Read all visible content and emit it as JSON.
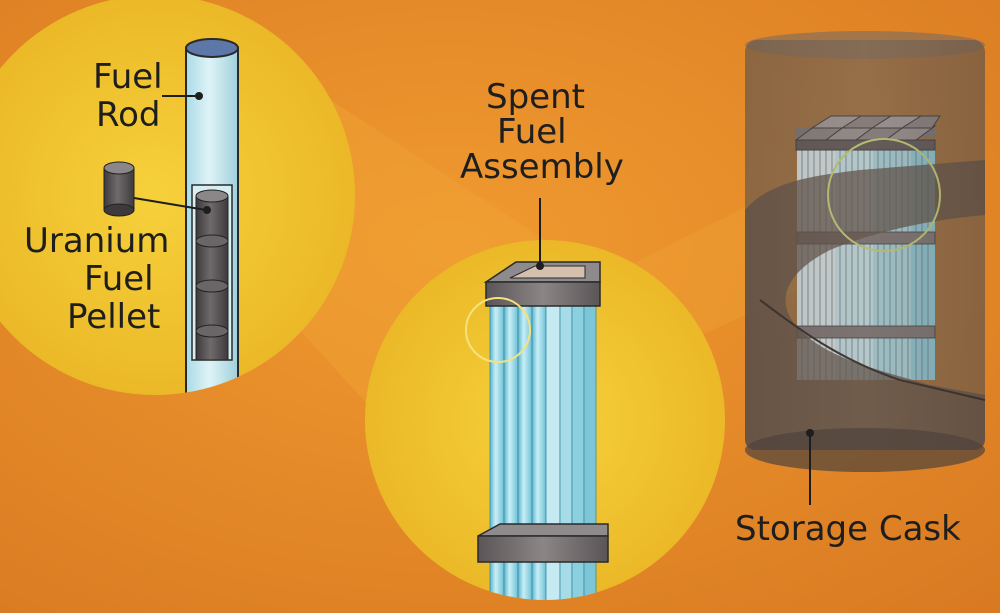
{
  "labels": {
    "fuel_rod": [
      "Fuel",
      "Rod"
    ],
    "pellet": [
      "Uranium",
      "Fuel",
      "Pellet"
    ],
    "assembly": [
      "Spent",
      "Fuel",
      "Assembly"
    ],
    "cask": "Storage Cask"
  },
  "colors": {
    "background": "#e08a2c",
    "zoom_circle": "#f2c22a",
    "rod": "#bfe6ee",
    "pellet": "#5a5658",
    "assembly_tube": "#7ccfe0",
    "cap": "#6b6667",
    "cask": "#6b5e55"
  }
}
